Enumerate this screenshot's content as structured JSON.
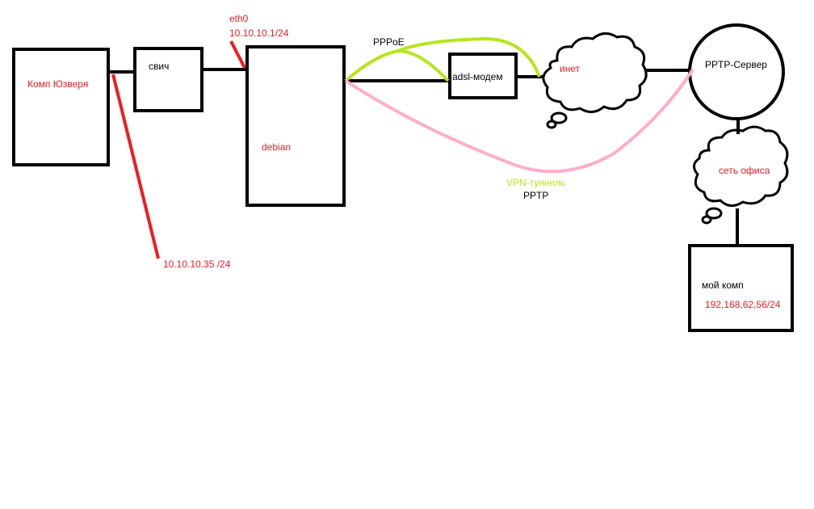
{
  "diagram": {
    "nodes": {
      "user_pc": {
        "label": "Комп Юзверя"
      },
      "switch": {
        "label": "свич"
      },
      "debian": {
        "label": "debian"
      },
      "modem": {
        "label": "adsl-модем"
      },
      "internet": {
        "label": "инет"
      },
      "pptp_server": {
        "label": "PPTP-Сервер"
      },
      "office_net": {
        "label": "сеть офиса"
      },
      "my_pc": {
        "label": "мой комп",
        "ip": "192,168,62,56/24"
      }
    },
    "annotations": {
      "eth0_name": "eth0",
      "eth0_ip": "10.10.10.1/24",
      "user_ip": "10.10.10.35  /24",
      "pppoe": "PPPoE",
      "vpn_tunnel": "VPN-туннель",
      "pptp": "PPTP"
    },
    "colors": {
      "line": "#000000",
      "annotation": "#ed1c24",
      "pppoe_link": "#b5e61d",
      "vpn_link": "#ffaec9"
    }
  }
}
